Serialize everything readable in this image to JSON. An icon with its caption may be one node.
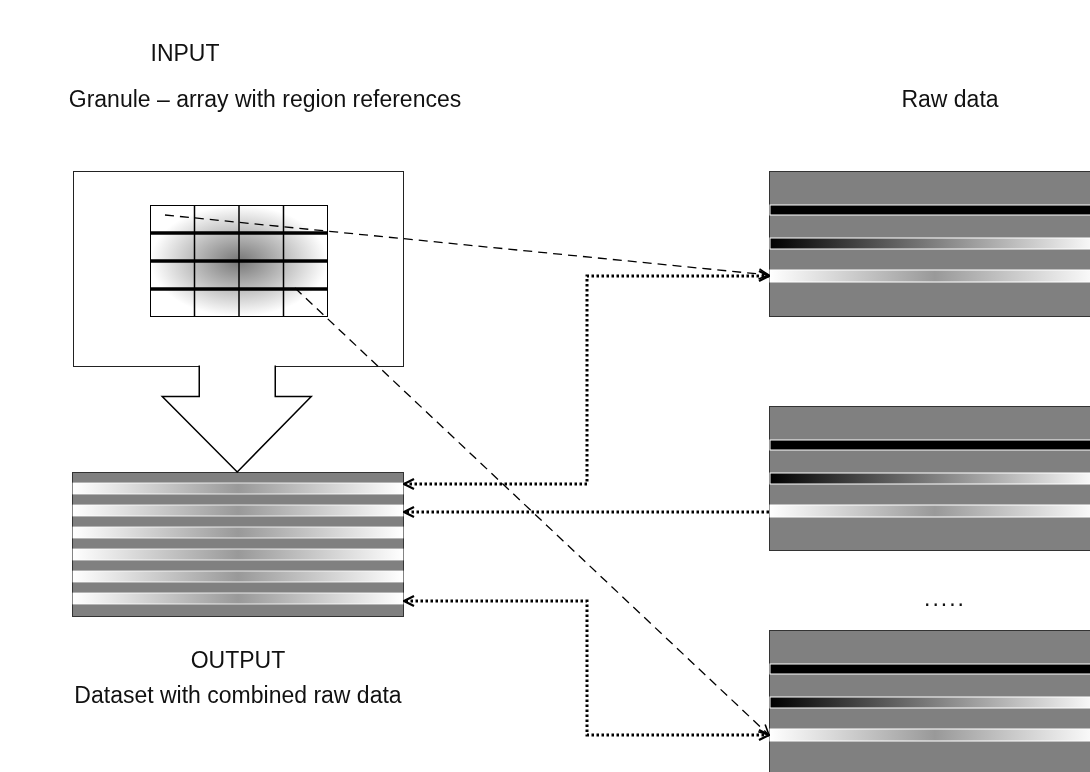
{
  "diagram": {
    "nodes": [
      {
        "text": [],
        "shape": "box"
      },
      {
        "text": [],
        "shape": "picture",
        "in": 0
      },
      {
        "text": [],
        "shape": "picture",
        "beside": [
          "OUTPUT",
          "Dataset with combined raw data"
        ]
      },
      {
        "text": [],
        "shape": "picture"
      },
      {
        "text": [],
        "shape": "picture"
      },
      {
        "text": [],
        "shape": "picture"
      }
    ],
    "edges": [
      {
        "from": 0,
        "to": 2,
        "arrow": "to",
        "style": "thick"
      },
      {
        "from": 1,
        "to": 3,
        "arrow": "to",
        "style": "dashed"
      },
      {
        "from": 1,
        "to": 5,
        "arrow": "to",
        "style": "dashed"
      },
      {
        "from": 3,
        "to": 2,
        "arrow": "both"
      },
      {
        "from": 4,
        "to": 2,
        "arrow": "to"
      },
      {
        "from": 5,
        "to": 2,
        "arrow": "both"
      }
    ],
    "labels": [
      "INPUT",
      "Granule – array with region references",
      "Raw data",
      "....."
    ]
  }
}
